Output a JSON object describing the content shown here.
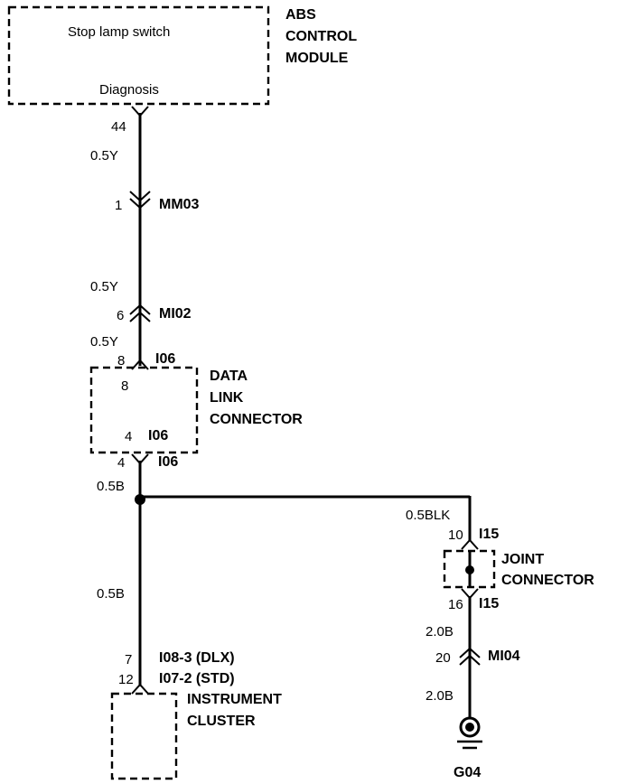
{
  "abs_module": {
    "title_lines": [
      "ABS",
      "CONTROL",
      "MODULE"
    ],
    "stop_lamp_label": "Stop lamp switch",
    "diagnosis_label": "Diagnosis",
    "pin": "44"
  },
  "wires": {
    "w1": "0.5Y",
    "w2": "0.5Y",
    "w3": "0.5Y",
    "w4": "0.5B",
    "w5": "0.5B",
    "w6": "0.5BLK",
    "w7": "2.0B",
    "w8": "2.0B"
  },
  "connectors": {
    "mm03": {
      "pin": "1",
      "name": "MM03"
    },
    "mi02": {
      "pin": "6",
      "name": "MI02"
    },
    "mi04": {
      "pin": "20",
      "name": "MI04"
    }
  },
  "data_link_connector": {
    "title_lines": [
      "DATA",
      "LINK",
      "CONNECTOR"
    ],
    "top_pin": "8",
    "top_name": "I06",
    "inner_top_pin": "8",
    "inner_bottom_pin": "4",
    "inner_bottom_name": "I06",
    "bottom_pin": "4",
    "bottom_name": "I06"
  },
  "joint_connector": {
    "title_lines": [
      "JOINT",
      "CONNECTOR"
    ],
    "top_pin": "10",
    "top_name": "I15",
    "bottom_pin": "16",
    "bottom_name": "I15"
  },
  "instrument_cluster": {
    "title_lines": [
      "INSTRUMENT",
      "CLUSTER"
    ],
    "pin_dlx": "7",
    "label_dlx": "I08-3 (DLX)",
    "pin_std": "12",
    "label_std": "I07-2 (STD)"
  },
  "ground": {
    "name": "G04"
  }
}
